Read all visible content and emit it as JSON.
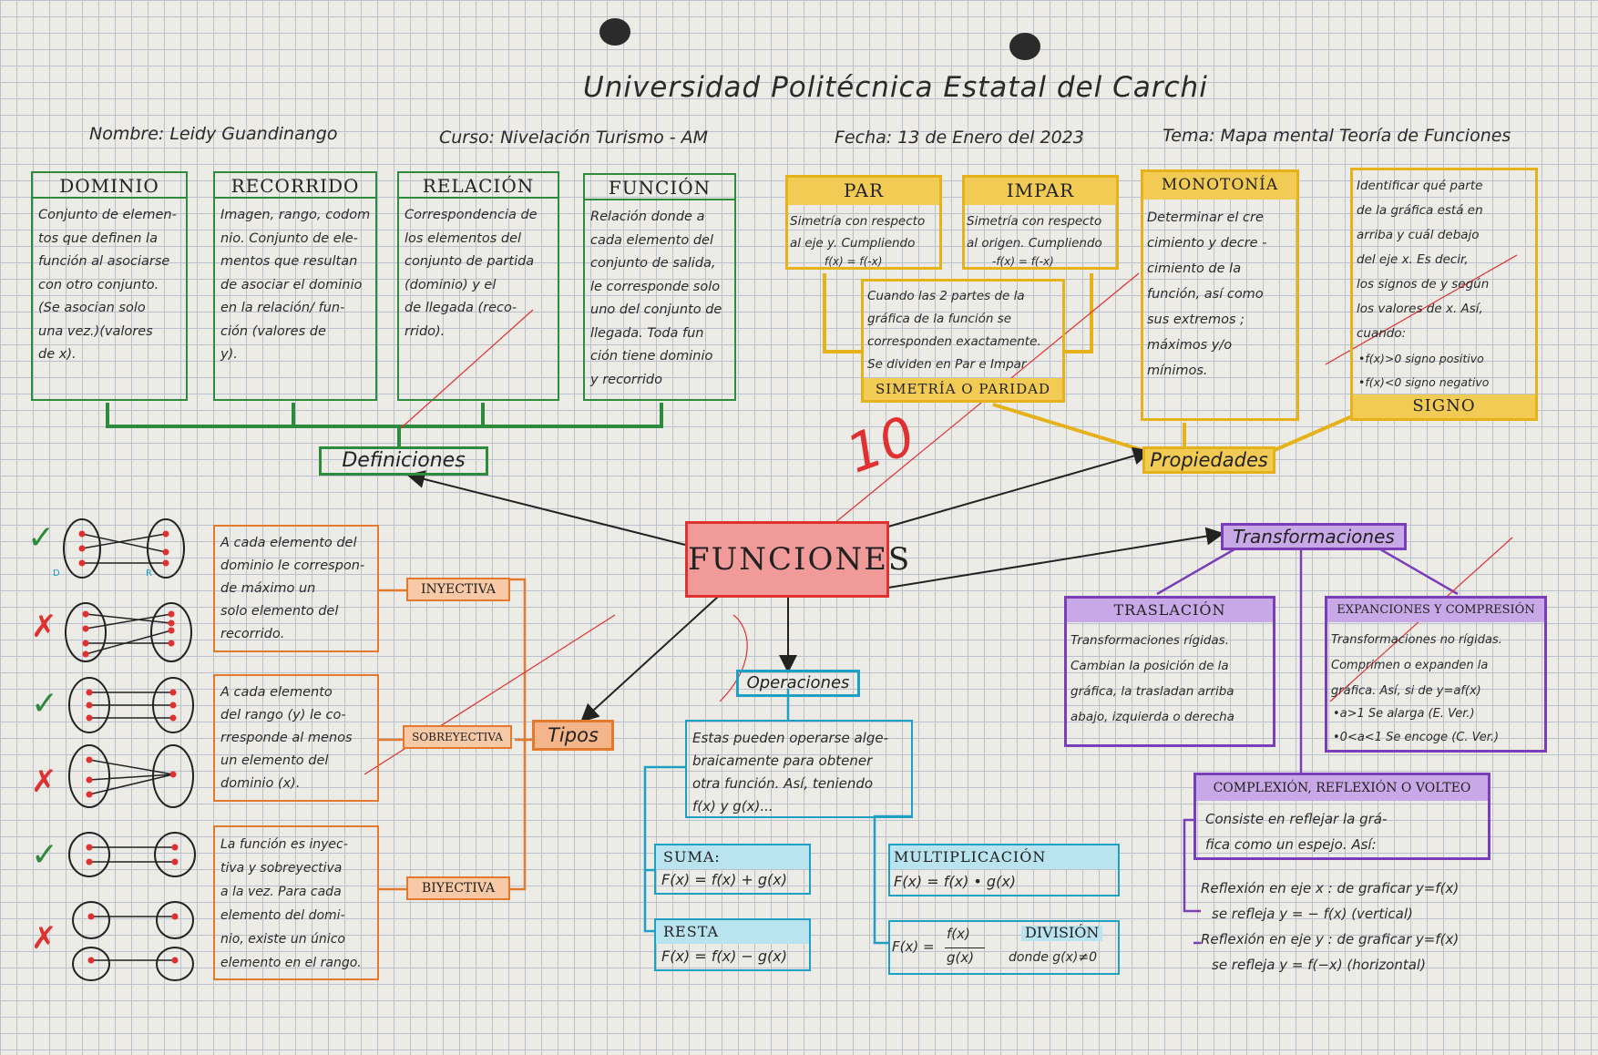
{
  "header": {
    "university": "Universidad Politécnica Estatal del Carchi",
    "name": "Nombre: Leidy Guandinango",
    "course": "Curso: Nivelación Turismo - AM",
    "date": "Fecha: 13 de Enero del 2023",
    "topic": "Tema: Mapa mental Teoría de Funciones"
  },
  "center": "FUNCIONES",
  "grade": "10",
  "definitions": {
    "label": "Definiciones",
    "items": [
      {
        "title": "DOMINIO",
        "text": "Conjunto de elemen-\ntos que definen la\nfunción al asociarse\ncon otro conjunto.\n(Se asocian solo\nuna vez.)(valores\n de x)."
      },
      {
        "title": "RECORRIDO",
        "text": "Imagen, rango, codom\nnio. Conjunto de ele-\nmentos que resultan\nde asociar el dominio\nen la relación/ fun-\nción (valores de\n y)."
      },
      {
        "title": "RELACIÓN",
        "text": "Correspondencia de\nlos elementos del\nconjunto de partida\n(dominio) y el\nde llegada (reco-\nrrido)."
      },
      {
        "title": "FUNCIÓN",
        "text": "Relación donde a\ncada elemento del\nconjunto de salida,\nle corresponde solo\nuno del conjunto de\nllegada. Toda fun\nción tiene dominio\ny recorrido"
      }
    ]
  },
  "properties": {
    "label": "Propiedades",
    "par": {
      "title": "PAR",
      "text": "Simetría con respecto\nal eje y. Cumpliendo",
      "formula": "f(x) = f(-x)"
    },
    "impar": {
      "title": "IMPAR",
      "text": "Simetría con respecto\nal origen. Cumpliendo",
      "formula": "-f(x) = f(-x)"
    },
    "symmetry": {
      "title": "SIMETRÍA O PARIDAD",
      "text": "Cuando las 2 partes de la\ngráfica de la función se\ncorresponden exactamente.\nSe dividen en Par e Impar"
    },
    "monotonia": {
      "title": "MONOTONÍA",
      "text": "Determinar el cre\ncimiento y decre -\ncimiento de la\nfunción, así como\nsus extremos ;\nmáximos y/o\n   mínimos."
    },
    "signo": {
      "title": "SIGNO",
      "text": "Identificar qué parte\nde la gráfica está en\narriba y cuál debajo\ndel eje x. Es decir,\nlos signos de y según\nlos valores de x. Así,\ncuando:",
      "pos": "•f(x)>0  signo positivo",
      "neg": "•f(x)<0  signo negativo"
    }
  },
  "types": {
    "label": "Tipos",
    "items": [
      {
        "name": "INYECTIVA",
        "text": "A cada elemento del\ndominio le correspon-\nde máximo un\nsolo elemento del\n    recorrido."
      },
      {
        "name": "SOBREYECTIVA",
        "text": "A cada elemento\ndel rango (y) le co-\nrresponde al menos\nun elemento del\n   dominio (x)."
      },
      {
        "name": "BIYECTIVA",
        "text": "La función es inyec-\ntiva y sobreyectiva\na la vez. Para cada\nelemento del domi-\nnio, existe un único\nelemento en el rango."
      }
    ],
    "marks": [
      "✓",
      "✗",
      "✓",
      "✗",
      "✓",
      "✗"
    ],
    "set_d": "D",
    "set_r": "R"
  },
  "operations": {
    "label": "Operaciones",
    "intro": "Estas pueden operarse alge-\nbraicamente para obtener\notra función. Así, teniendo\n f(x)  y  g(x)...",
    "suma": {
      "title": "SUMA:",
      "formula": "F(x) = f(x) + g(x)"
    },
    "resta": {
      "title": "RESTA",
      "formula": "F(x) = f(x) − g(x)"
    },
    "multiplicacion": {
      "title": "MULTIPLICACIÓN",
      "formula": "F(x) = f(x) • g(x)"
    },
    "division": {
      "title": "DIVISIÓN",
      "formula_left": "F(x) =",
      "num": "f(x)",
      "den": "g(x)",
      "cond": "donde g(x)≠0"
    }
  },
  "transformations": {
    "label": "Transformaciones",
    "traslacion": {
      "title": "TRASLACIÓN",
      "text": "Transformaciones rígidas.\nCambian la posición de la\ngráfica, la trasladan arriba\nabajo, izquierda o derecha"
    },
    "expansiones": {
      "title": "EXPANCIONES Y COMPRESIÓN",
      "text": "Transformaciones no rígidas.\nComprimen o expanden la\ngráfica. Así, si de y=af(x)",
      "a1": "•a>1 Se alarga (E. Ver.)",
      "a2": "•0<a<1 Se encoge (C. Ver.)"
    },
    "reflexion": {
      "title": "COMPLEXIÓN, REFLEXIÓN O VOLTEO",
      "text": "Consiste en reflejar la grá-\nfica como un espejo. Así:",
      "x1": "Reflexión en eje x : de graficar y=f(x)",
      "x2": "se refleja y = − f(x) (vertical)",
      "y1": "Reflexión en eje y : de graficar y=f(x)",
      "y2": "se refleja y = f(−x) (horizontal)"
    }
  },
  "colors": {
    "green": "#2e8b3e",
    "yellow": "#e6b21a",
    "orange": "#e2792e",
    "pink": "#ef8b8b",
    "blue": "#1e9fc4",
    "purple": "#7a3fb8",
    "red": "#e03030",
    "ink": "#2a2a2a"
  }
}
